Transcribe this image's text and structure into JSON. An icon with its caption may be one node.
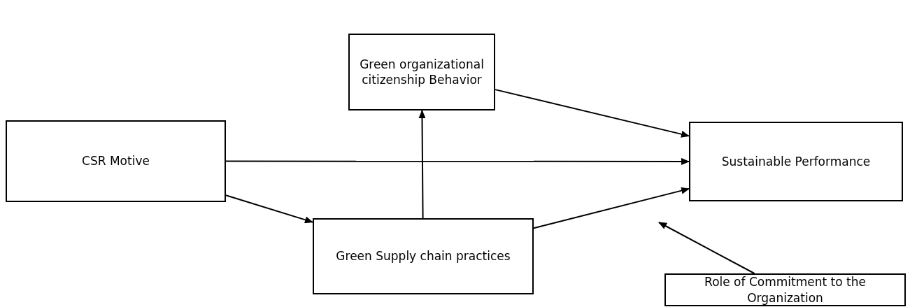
{
  "diagram": {
    "nodes": [
      {
        "text": [
          "Green organizational citizenship Behavior"
        ]
      },
      {
        "text": [
          "CSR Motive"
        ]
      },
      {
        "text": [
          "Sustainable Performance"
        ]
      },
      {
        "text": [
          "Green Supply chain practices"
        ]
      },
      {
        "text": [
          "Role of Commitment to the Organization"
        ]
      }
    ],
    "edges": [
      {
        "from": 0,
        "to": 2,
        "arrow": "to"
      },
      {
        "from": 1,
        "to": 2,
        "arrow": "to"
      },
      {
        "from": 1,
        "to": 3,
        "arrow": "to"
      },
      {
        "from": 3,
        "to": 0,
        "arrow": "to"
      },
      {
        "from": 3,
        "to": 2,
        "arrow": "to"
      },
      {
        "from": 4,
        "to": null,
        "arrow": "to"
      }
    ]
  }
}
